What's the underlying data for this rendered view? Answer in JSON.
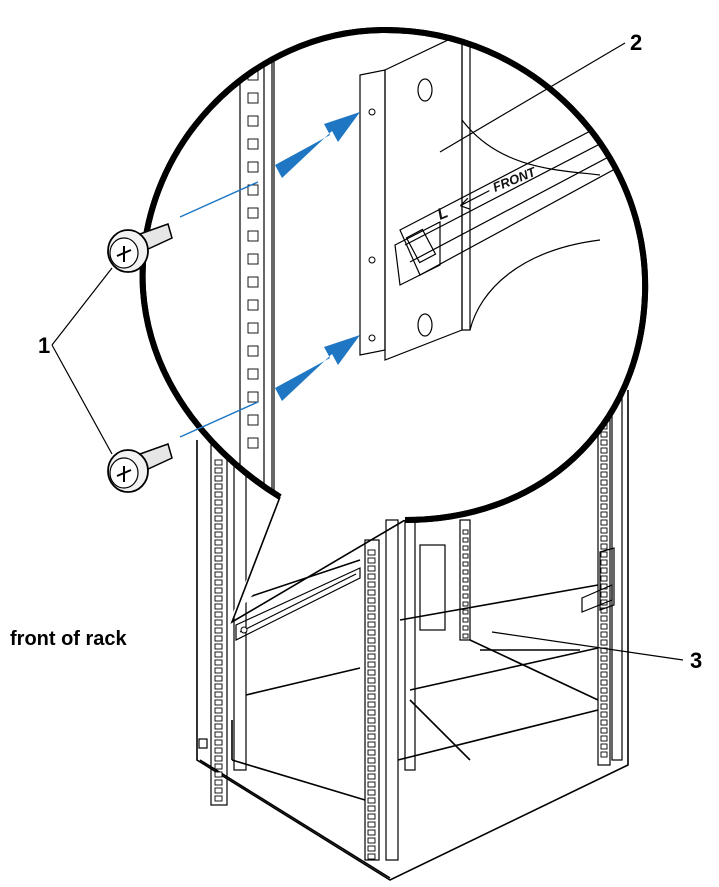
{
  "callouts": {
    "screws": "1",
    "rail_front_bracket": "2",
    "rack_rear": "3"
  },
  "caption": "front of rack",
  "rail_stencil": {
    "side": "L",
    "direction": "FRONT"
  },
  "colors": {
    "arrow": "#1f77c4",
    "guide_line": "#1f77c4",
    "metal": "#d9d9d9",
    "metal_dark": "#9a9a9a",
    "line": "#000000"
  }
}
